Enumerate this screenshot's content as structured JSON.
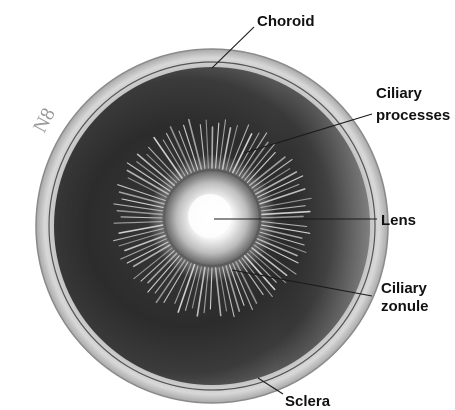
{
  "figure": {
    "plate_mark": "N8",
    "labels": {
      "choroid": "Choroid",
      "ciliary_processes_line1": "Ciliary",
      "ciliary_processes_line2": "processes",
      "lens": "Lens",
      "ciliary_zonule_line1": "Ciliary",
      "ciliary_zonule_line2": "zonule",
      "sclera": "Sclera"
    }
  },
  "colors": {
    "background": "#ffffff",
    "sclera_ring": "#d2d2d2",
    "choroid_dark": "#2e2e2e",
    "choroid_mid": "#5a5a5a",
    "lens_core": "#ffffff",
    "processes": "#e6e6e6",
    "label_text": "#111111"
  }
}
